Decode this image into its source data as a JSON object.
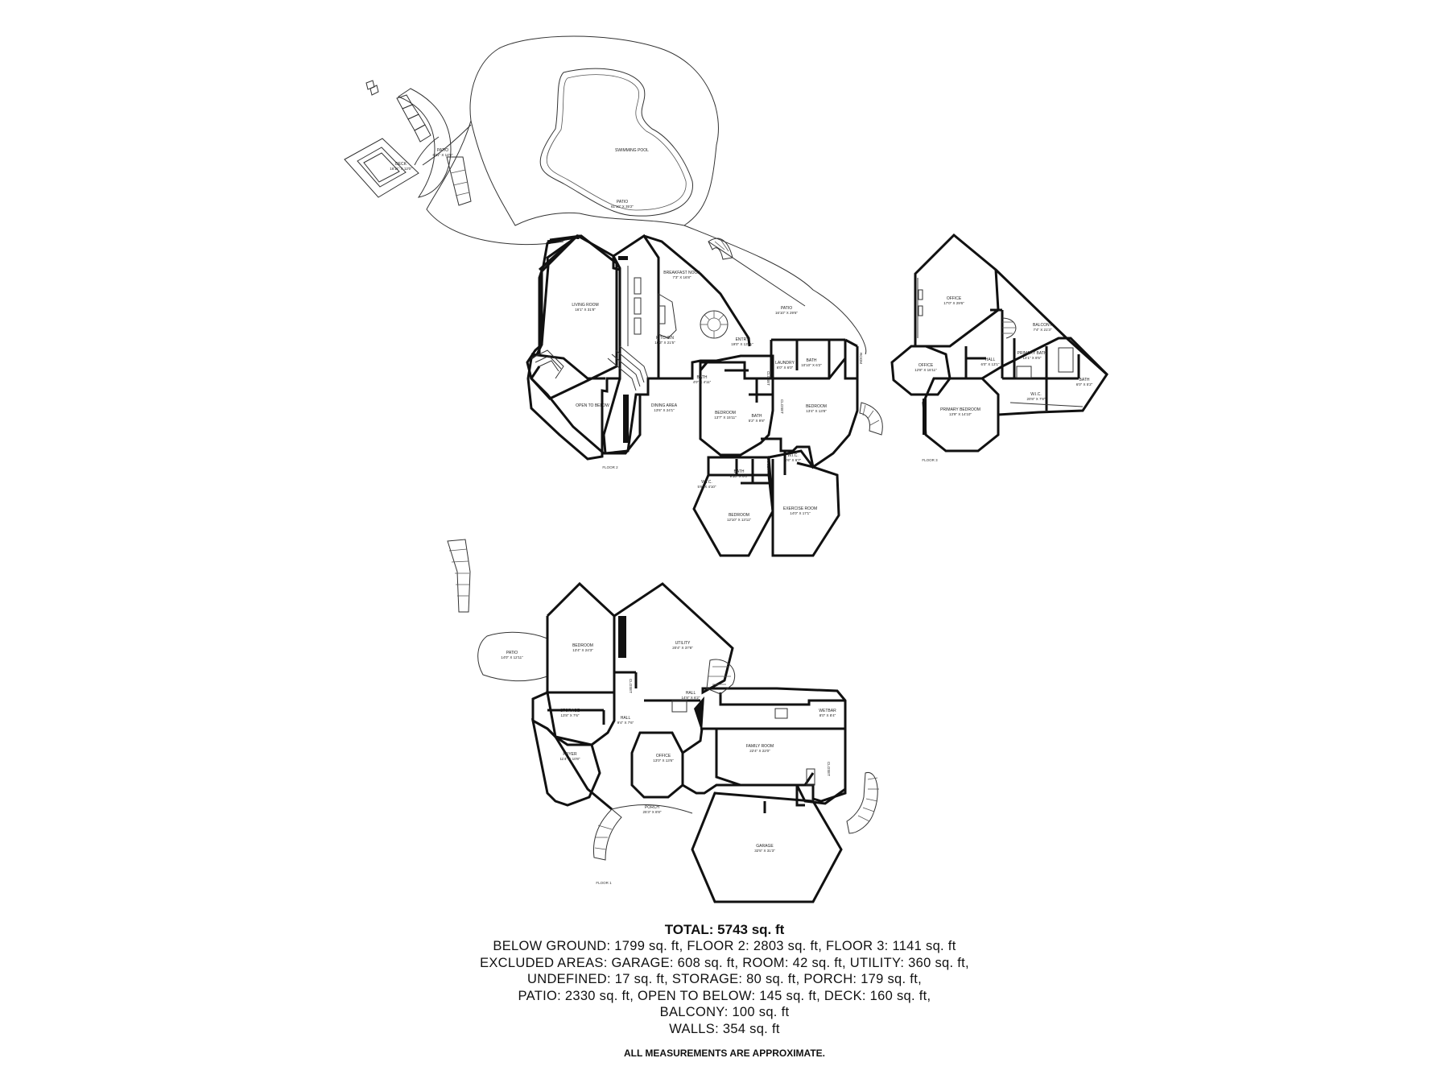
{
  "rooms": {
    "deck": {
      "name": "DECK",
      "dim": "16'11\" X 12'0\""
    },
    "patio_small": {
      "name": "PATIO",
      "dim": "6'11\" X 14'9\""
    },
    "pool": {
      "name": "SWIMMING POOL"
    },
    "patio_pool": {
      "name": "PATIO",
      "dim": "61'10\" X 35'2\""
    },
    "living": {
      "name": "LIVING ROOM",
      "dim": "16'1\" X 31'8\""
    },
    "breakfast": {
      "name": "BREAKFAST NOOK",
      "dim": "7'3\" X 16'8\""
    },
    "kitchen": {
      "name": "KITCHEN",
      "dim": "16'3\" X 21'5\""
    },
    "patio_side": {
      "name": "PATIO",
      "dim": "16'10\" X 29'6\""
    },
    "entry": {
      "name": "ENTRY",
      "dim": "19'0\" X 13'11\""
    },
    "laundry": {
      "name": "LAUNDRY",
      "dim": "6'0\" X 6'0\""
    },
    "bath_f2a": {
      "name": "BATH",
      "dim": "10'10\" X 6'2\""
    },
    "room_f2": {
      "name": "ROOM"
    },
    "bath_f2b": {
      "name": "BATH",
      "dim": "4'0\" X 4'11\""
    },
    "open_below": {
      "name": "OPEN TO BELOW"
    },
    "dining": {
      "name": "DINING AREA",
      "dim": "13'6\" X 24'1\""
    },
    "bedroom_f2a": {
      "name": "BEDROOM",
      "dim": "13'7\" X 15'11\""
    },
    "bath_f2c": {
      "name": "BATH",
      "dim": "5'2\" X 9'8\""
    },
    "bedroom_f2b": {
      "name": "BEDROOM",
      "dim": "13'4\" X 13'8\""
    },
    "closet_f2a": {
      "name": "CLOSET"
    },
    "closet_f2b": {
      "name": "CLOSET"
    },
    "closet_f2c": {
      "name": "CLOSET"
    },
    "wic_f2a": {
      "name": "W.I.C.",
      "dim": "6'6\" X 6'7\""
    },
    "wic_f2b": {
      "name": "W.I.C.",
      "dim": "5'6\" X 4'10\""
    },
    "bath_f2d": {
      "name": "BATH",
      "dim": "9'10\" X 6'0\""
    },
    "bedroom_f2c": {
      "name": "BEDROOM",
      "dim": "12'10\" X 13'11\""
    },
    "exercise": {
      "name": "EXERCISE ROOM",
      "dim": "14'0\" X 17'1\""
    },
    "office_f3a": {
      "name": "OFFICE",
      "dim": "17'0\" X 29'6\""
    },
    "balcony": {
      "name": "BALCONY",
      "dim": "7'4\" X 21'3\""
    },
    "office_f3b": {
      "name": "OFFICE",
      "dim": "12'8\" X 16'11\""
    },
    "hall_f3": {
      "name": "HALL",
      "dim": "6'0\" X 13'1\""
    },
    "primary_bath": {
      "name": "PRIMARY BATH",
      "dim": "14'1\" X 8'5\""
    },
    "bath_f3": {
      "name": "BATH",
      "dim": "6'0\" X 5'2\""
    },
    "wic_f3": {
      "name": "W.I.C.",
      "dim": "20'8\" X 7'8\""
    },
    "primary_bedroom": {
      "name": "PRIMARY BEDROOM",
      "dim": "13'9\" X 14'10\""
    },
    "patio_f1": {
      "name": "PATIO",
      "dim": "14'0\" X 12'11\""
    },
    "bedroom_f1": {
      "name": "BEDROOM",
      "dim": "13'4\" X 24'3\""
    },
    "utility": {
      "name": "UTILITY",
      "dim": "20'4\" X 37'8\""
    },
    "closet_f1": {
      "name": "CLOSET"
    },
    "hall_f1a": {
      "name": "HALL",
      "dim": "14'8\" X 6'2\""
    },
    "storage": {
      "name": "STORAGE",
      "dim": "13'8\" X 7'6\""
    },
    "hall_f1b": {
      "name": "HALL",
      "dim": "9'4\" X 7'6\""
    },
    "wetbar": {
      "name": "WETBAR",
      "dim": "8'0\" X 8'4\""
    },
    "family": {
      "name": "FAMILY ROOM",
      "dim": "22'4\" X 22'0\""
    },
    "foyer": {
      "name": "FOYER",
      "dim": "11'4\" X 10'8\""
    },
    "office_f1": {
      "name": "OFFICE",
      "dim": "13'0\" X 13'6\""
    },
    "closet_f1b": {
      "name": "CLOSET"
    },
    "porch": {
      "name": "PORCH",
      "dim": "25'3\" X 8'8\""
    },
    "garage": {
      "name": "GARAGE",
      "dim": "32'5\" X 31'3\""
    }
  },
  "floor_labels": {
    "floor2": "FLOOR 2",
    "floor3": "FLOOR 3",
    "floor1": "FLOOR 1"
  },
  "summary": {
    "total": "TOTAL: 5743 sq. ft",
    "lines": [
      "BELOW GROUND: 1799 sq. ft, FLOOR 2: 2803 sq. ft, FLOOR 3: 1141 sq. ft",
      "EXCLUDED AREAS: GARAGE: 608 sq. ft, ROOM: 42 sq. ft, UTILITY: 360 sq. ft,",
      "UNDEFINED: 17 sq. ft, STORAGE: 80 sq. ft, PORCH: 179 sq. ft,",
      "PATIO: 2330 sq. ft, OPEN TO BELOW: 145 sq. ft, DECK: 160 sq. ft,",
      "BALCONY: 100 sq. ft",
      "WALLS: 354 sq. ft"
    ]
  },
  "disclaimer": "ALL MEASUREMENTS ARE APPROXIMATE."
}
